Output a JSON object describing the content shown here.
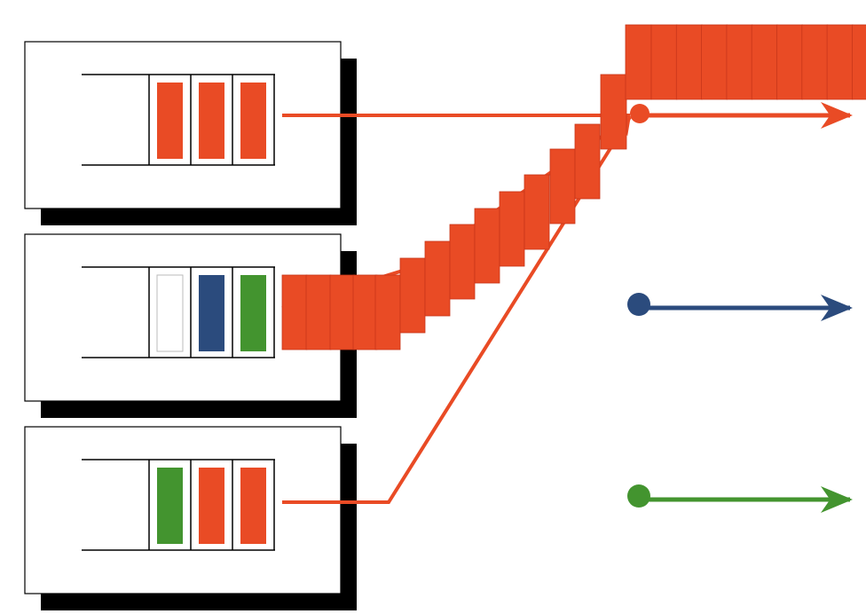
{
  "colors": {
    "background": "#ffffff",
    "card": "#ffffff",
    "card_border": "#000000",
    "card_shadow": "#000000",
    "orange": "#e94b25",
    "blue": "#2b4b7d",
    "green": "#43942f",
    "empty_slot": "#ffffff",
    "empty_slot_border": "#bbbbbb",
    "block_edge": "#c8361a"
  },
  "queues": [
    {
      "id": "top",
      "slots": [
        "orange",
        "orange",
        "orange"
      ],
      "link": "direct-to-merge"
    },
    {
      "id": "middle",
      "slots": [
        "empty",
        "blue",
        "green"
      ],
      "link": "staircase-burst"
    },
    {
      "id": "bottom",
      "slots": [
        "green",
        "orange",
        "orange"
      ],
      "link": "diagonal-to-merge"
    }
  ],
  "outputs": [
    {
      "id": "orange-output",
      "color": "orange"
    },
    {
      "id": "blue-output",
      "color": "blue"
    },
    {
      "id": "green-output",
      "color": "green"
    }
  ]
}
